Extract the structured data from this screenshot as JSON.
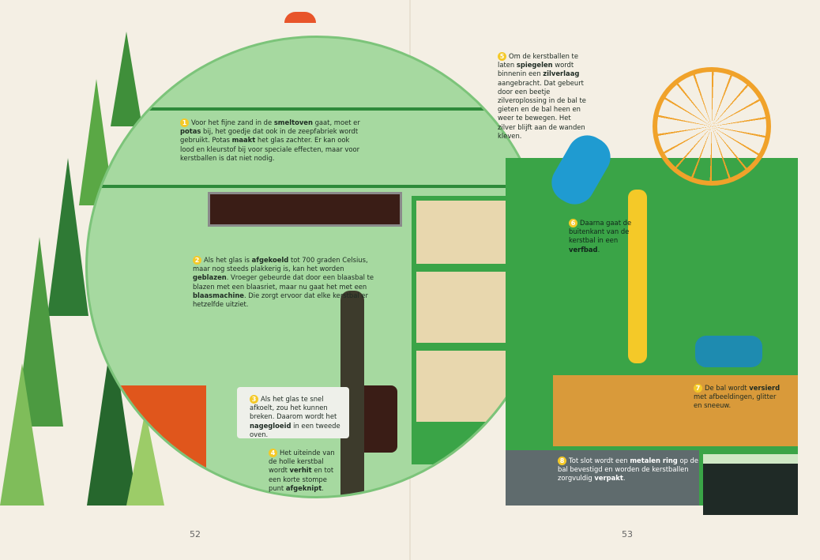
{
  "page_numbers": {
    "left": "52",
    "right": "53"
  },
  "colors": {
    "background": "#f4efe4",
    "dome_green": "#a6d9a0",
    "building_green": "#3aa447",
    "badge_yellow": "#f4c928",
    "furnace_orange": "#e0561c"
  },
  "captions": [
    {
      "number": "1",
      "parts": [
        {
          "t": "Voor het fijne zand in de ",
          "b": false
        },
        {
          "t": "smeltoven",
          "b": true
        },
        {
          "t": " gaat, moet er ",
          "b": false
        },
        {
          "t": "potas",
          "b": true
        },
        {
          "t": " bij, het goedje dat ook in de zeepfabriek wordt gebruikt. Potas ",
          "b": false
        },
        {
          "t": "maakt",
          "b": true
        },
        {
          "t": " het glas zachter. Er kan ook lood en kleurstof bij voor speciale effecten, maar voor kerstballen is dat niet nodig.",
          "b": false
        }
      ]
    },
    {
      "number": "2",
      "parts": [
        {
          "t": "Als het glas is ",
          "b": false
        },
        {
          "t": "afgekoeld",
          "b": true
        },
        {
          "t": " tot 700 graden Celsius, maar nog steeds plakkerig is, kan het worden ",
          "b": false
        },
        {
          "t": "geblazen",
          "b": true
        },
        {
          "t": ". Vroeger gebeurde dat door een blaasbal te blazen met een blaasriet, maar nu gaat het met een ",
          "b": false
        },
        {
          "t": "blaasmachine",
          "b": true
        },
        {
          "t": ". Die zorgt ervoor dat elke kerstbal er hetzelfde uitziet.",
          "b": false
        }
      ]
    },
    {
      "number": "3",
      "parts": [
        {
          "t": "Als het glas te snel afkoelt, zou het kunnen breken. Daarom wordt het ",
          "b": false
        },
        {
          "t": "nagegloeid",
          "b": true
        },
        {
          "t": " in een tweede oven.",
          "b": false
        }
      ]
    },
    {
      "number": "4",
      "parts": [
        {
          "t": "Het uiteinde van de holle kerstbal wordt ",
          "b": false
        },
        {
          "t": "verhit",
          "b": true
        },
        {
          "t": " en tot een korte stompe punt ",
          "b": false
        },
        {
          "t": "afgeknipt",
          "b": true
        },
        {
          "t": ".",
          "b": false
        }
      ]
    },
    {
      "number": "5",
      "parts": [
        {
          "t": "Om de kerstballen te laten ",
          "b": false
        },
        {
          "t": "spiegelen",
          "b": true
        },
        {
          "t": " wordt  binnenin een ",
          "b": false
        },
        {
          "t": "zilverlaag",
          "b": true
        },
        {
          "t": " aangebracht. Dat gebeurt door een beetje zilveroplossing in de bal te gieten en de bal heen en weer te bewegen. Het zilver blijft aan de wanden kleven.",
          "b": false
        }
      ]
    },
    {
      "number": "6",
      "parts": [
        {
          "t": "Daarna gaat de buitenkant van de kerstbal in een ",
          "b": false
        },
        {
          "t": "verfbad",
          "b": true
        },
        {
          "t": ".",
          "b": false
        }
      ]
    },
    {
      "number": "7",
      "parts": [
        {
          "t": "De bal wordt ",
          "b": false
        },
        {
          "t": "versierd",
          "b": true
        },
        {
          "t": " met afbeeldingen, glitter en sneeuw.",
          "b": false
        }
      ]
    },
    {
      "number": "8",
      "parts": [
        {
          "t": "Tot slot wordt  een ",
          "b": false
        },
        {
          "t": "metalen ring",
          "b": true
        },
        {
          "t": " op de bal bevestigd en worden de kerstballen zorgvuldig ",
          "b": false
        },
        {
          "t": "verpakt",
          "b": true
        },
        {
          "t": ".",
          "b": false
        }
      ]
    }
  ]
}
